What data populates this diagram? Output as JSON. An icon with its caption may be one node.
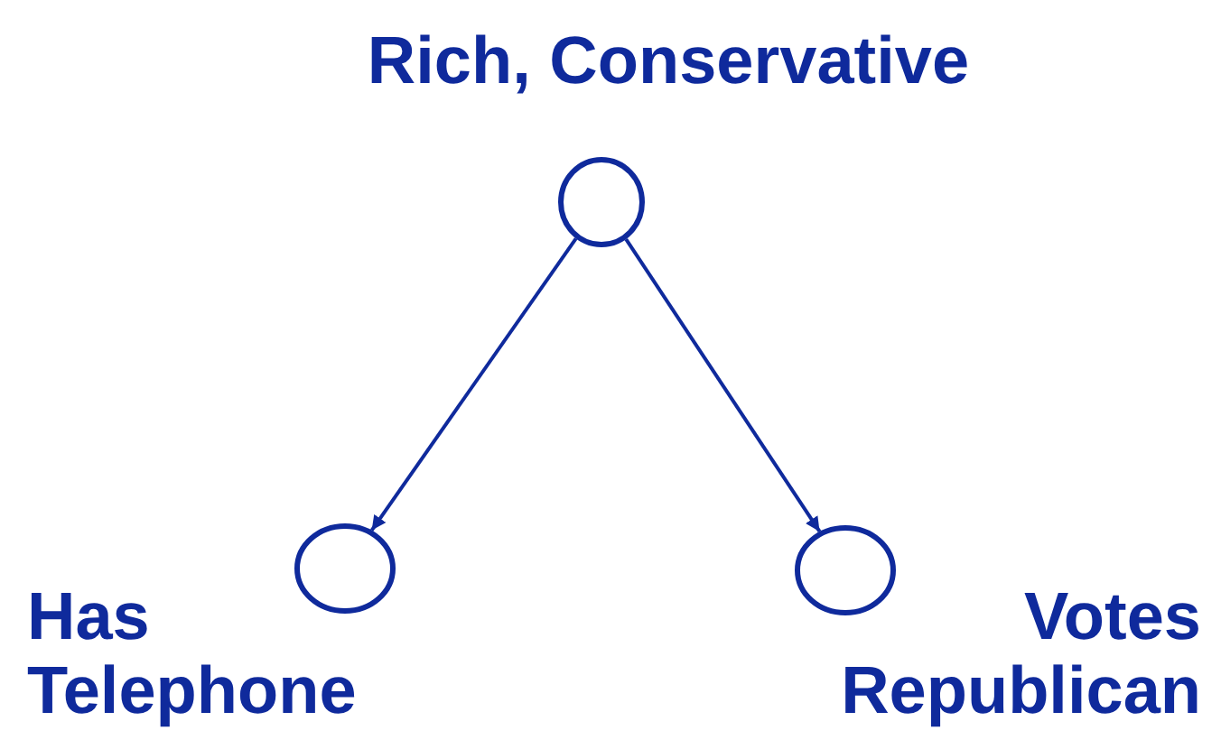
{
  "diagram": {
    "nodes": [
      {
        "text": [
          "Rich, Conservative"
        ]
      },
      {
        "text": [
          "Has Telephone"
        ]
      },
      {
        "text": [
          "Votes Republican"
        ]
      }
    ],
    "edges": [
      {
        "from": 0,
        "to": 1,
        "arrow": "to"
      },
      {
        "from": 0,
        "to": 2,
        "arrow": "to"
      }
    ]
  }
}
